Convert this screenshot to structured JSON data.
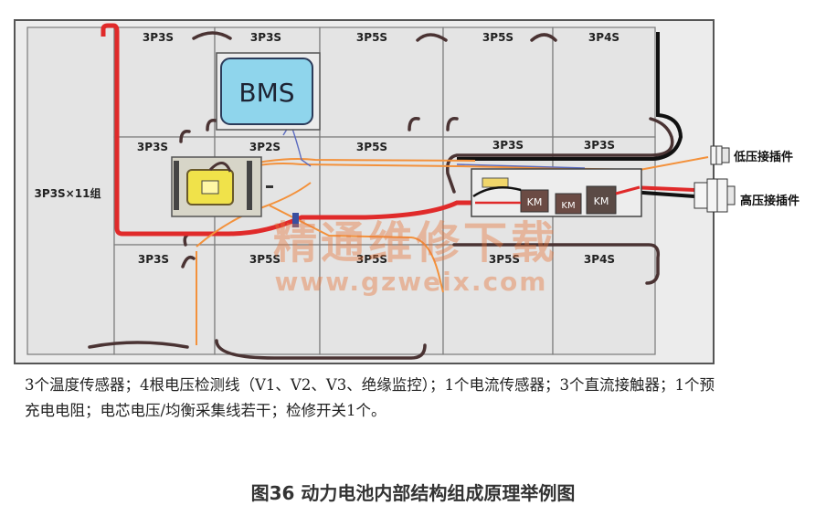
{
  "modules": {
    "big_left": "3P3S×11组",
    "row1": [
      "3P3S",
      "3P3S",
      "3P5S",
      "3P5S",
      "3P4S"
    ],
    "row2": [
      "3P3S",
      "3P2S",
      "3P5S",
      "3P3S",
      "3P3S"
    ],
    "row3": [
      "3P3S",
      "3P5S",
      "3P5S",
      "3P5S",
      "3P4S"
    ]
  },
  "bms_label": "BMS",
  "km_labels": [
    "KM",
    "KM",
    "KM"
  ],
  "connectors": {
    "low_voltage": "低压接插件",
    "high_voltage": "高压接插件"
  },
  "watermark": {
    "cn": "精通维修下载",
    "url": "www.gzweix.com"
  },
  "caption": "3个温度传感器；4根电压检测线（V1、V2、V3、绝缘监控）；1个电流传感器；3个直流接触器；1个预充电电阻；电芯电压/均衡采集线若干；检修开关1个。",
  "figure_title": "图36 动力电池内部结构组成原理举例图"
}
